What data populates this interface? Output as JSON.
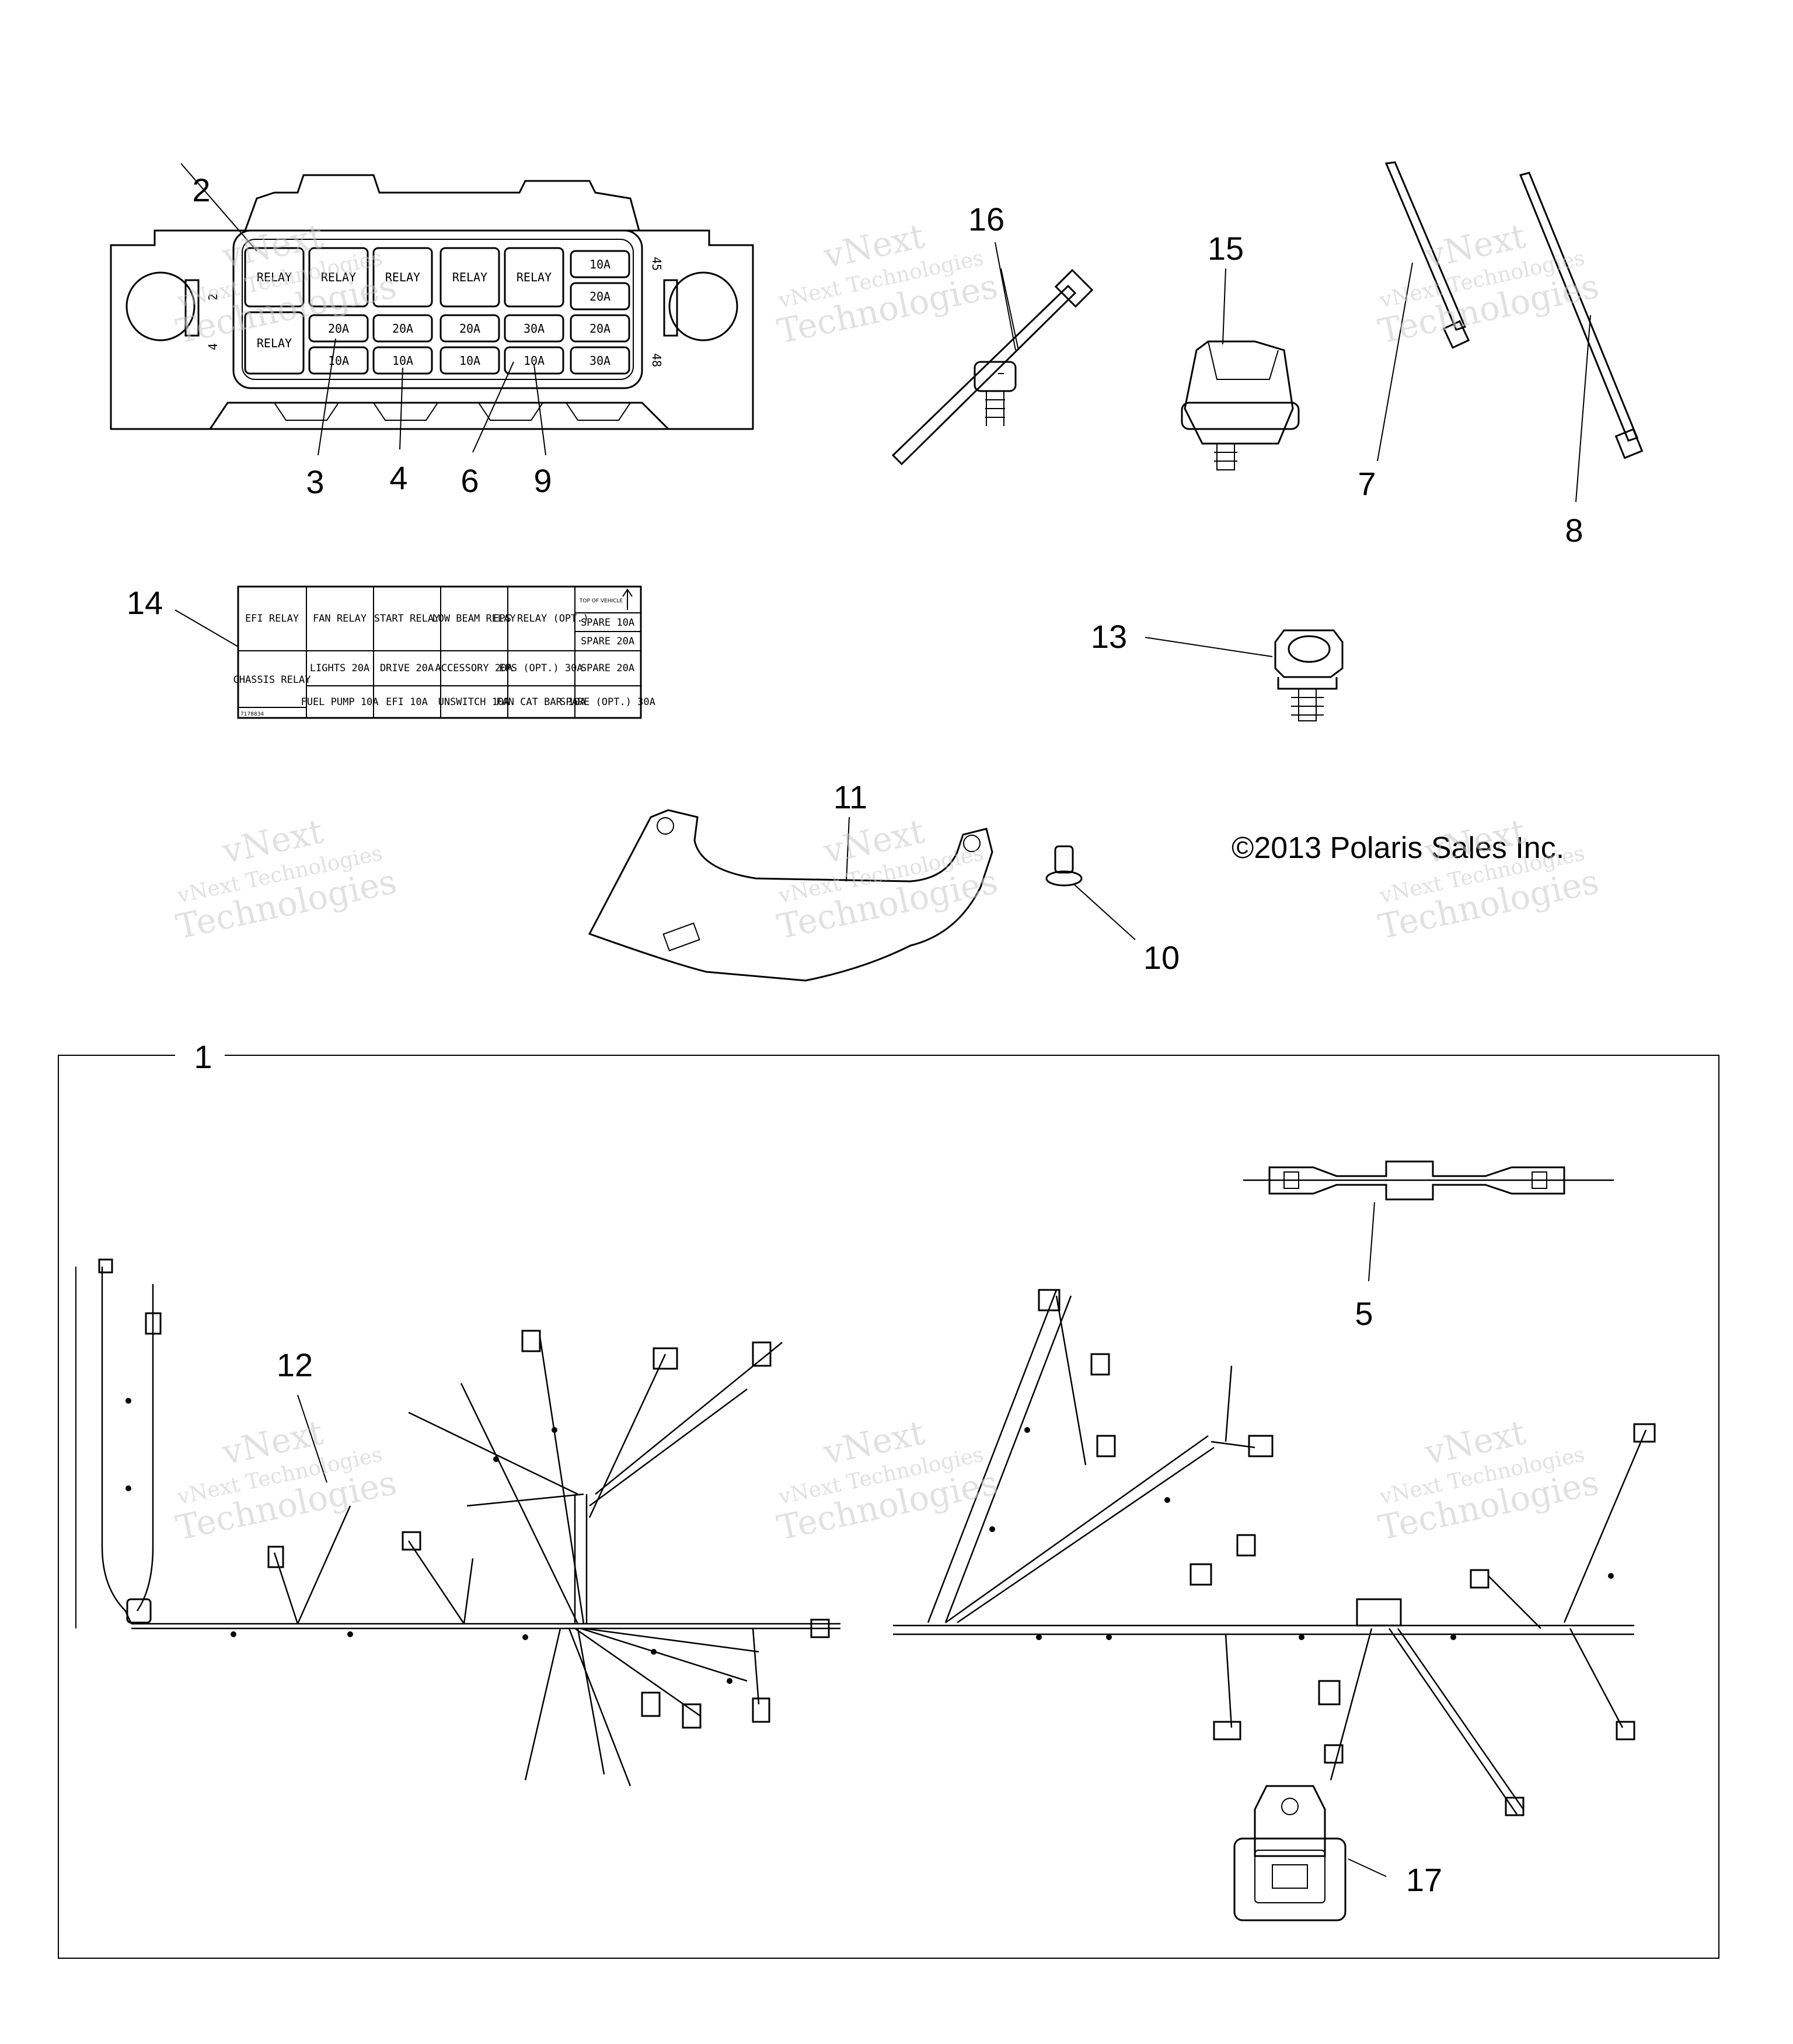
{
  "copyright": "©2013 Polaris Sales Inc.",
  "watermark": {
    "line1": "vNext",
    "line2": "vNext Technologies",
    "line3": "Technologies"
  },
  "callouts": [
    "1",
    "2",
    "3",
    "4",
    "5",
    "6",
    "7",
    "8",
    "9",
    "10",
    "11",
    "12",
    "13",
    "14",
    "15",
    "16",
    "17"
  ],
  "fuse_box": {
    "side_numbers": [
      "2",
      "4",
      "45",
      "48"
    ],
    "top_row": [
      "RELAY",
      "RELAY",
      "RELAY",
      "RELAY",
      "RELAY",
      "10A",
      "20A"
    ],
    "relay_left": "RELAY",
    "row3": [
      "20A",
      "20A",
      "20A",
      "30A",
      "20A"
    ],
    "row4": [
      "10A",
      "10A",
      "10A",
      "10A",
      "30A"
    ]
  },
  "fuse_label": {
    "part_number": "7178834",
    "header": [
      "EFI RELAY",
      "FAN RELAY",
      "START RELAY",
      "LOW BEAM RELAY",
      "EPS RELAY (OPT.)",
      "TOP OF VEHICLE"
    ],
    "spare1": "SPARE 10A",
    "spare2": "SPARE 20A",
    "chassis": "CHASSIS RELAY",
    "row2": [
      "LIGHTS 20A",
      "DRIVE 20A",
      "ACCESSORY 20A",
      "EPS (OPT.) 30A",
      "SPARE 20A"
    ],
    "row3": [
      "FUEL PUMP 10A",
      "EFI 10A",
      "UNSWITCH 10A",
      "FAN CAT BAR 10A",
      "SPARE (OPT.) 30A"
    ]
  }
}
